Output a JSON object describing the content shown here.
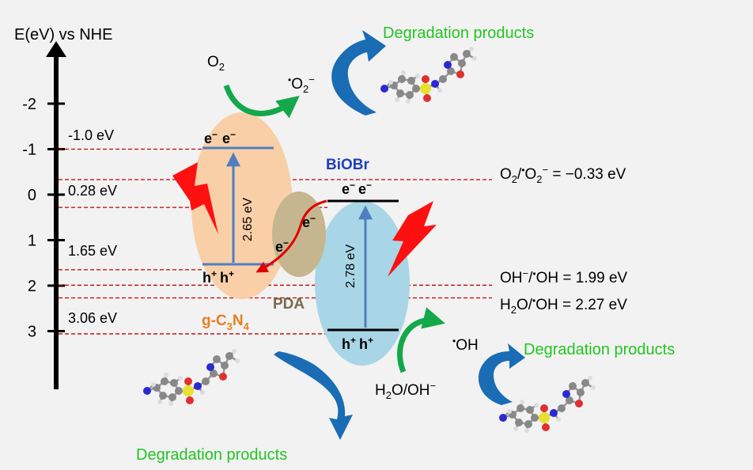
{
  "axis": {
    "title": "E(eV) vs NHE",
    "ticks": [
      {
        "value": -2,
        "label": "-2"
      },
      {
        "value": -1,
        "label": "-1"
      },
      {
        "value": 0,
        "label": "0"
      },
      {
        "value": 1,
        "label": "1"
      },
      {
        "value": 2,
        "label": "2"
      },
      {
        "value": 3,
        "label": "3"
      }
    ]
  },
  "levels": {
    "gcn_cb": "-1.0 eV",
    "bio_cb": "0.28 eV",
    "gcn_vb": "1.65 eV",
    "bio_vb": "3.06 eV"
  },
  "references": {
    "o2": {
      "pre": "O",
      "sub": "2",
      "mid": "/",
      "rad": "O",
      "sub2": "2",
      "sup": "−",
      "tail": " = −0.33 eV"
    },
    "oh": {
      "pre": "OH",
      "sup1": "−",
      "mid": "/",
      "rad": "OH",
      "tail": " = 1.99 eV"
    },
    "h2o": {
      "pre": "H",
      "sub": "2",
      "mid": "O/",
      "rad": "OH",
      "tail": " = 2.27 eV"
    }
  },
  "materials": {
    "gcn": {
      "g": "g-C",
      "s1": "3",
      "n": "N",
      "s2": "4"
    },
    "bio": "BiOBr",
    "pda": "PDA"
  },
  "carriers": {
    "electron": "e",
    "electron_sup": "−",
    "hole": "h",
    "hole_sup": "+"
  },
  "band_gaps": {
    "gcn": "2.65 eV",
    "bio": "2.78 eV"
  },
  "species": {
    "o2": {
      "base": "O",
      "sub": "2"
    },
    "superoxide": {
      "dot": "•",
      "base": "O",
      "sub": "2",
      "sup": "−"
    },
    "hydroxyl": {
      "dot": "•",
      "base": "OH"
    },
    "water": {
      "a": "H",
      "sub": "2",
      "b": "O/OH",
      "sup": "−"
    }
  },
  "products": {
    "top": "Degradation products",
    "right": "Degradation products",
    "bottom": "Degradation products"
  },
  "colors": {
    "background": "#f2f2f2",
    "gcn_ellipse": "#f9cfa8",
    "bio_ellipse": "#a9d6e6",
    "pda_ellipse": "#c6b68f",
    "dashed": "#c00000",
    "band_arrow": "#4f7fc0",
    "transfer_arrow": "#e00000",
    "green_arrow": "#13a84a",
    "blue_arrow": "#1a6cb4",
    "product_text": "#22c522",
    "bio_label": "#1f3fbf",
    "gcn_label": "#e87e22",
    "pda_label": "#7a6a4a",
    "lightning": "#ff1010"
  }
}
